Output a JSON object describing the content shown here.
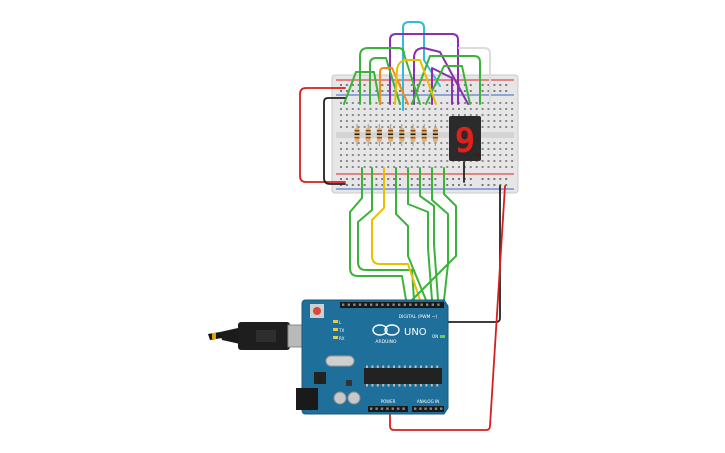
{
  "board": {
    "brand": "ARDUINO",
    "model": "UNO",
    "digital_header": "DIGITAL (PWM ~)",
    "power_header": "POWER",
    "analog_header": "ANALOG IN",
    "tx_label": "TX",
    "rx_label": "RX",
    "on_label": "ON",
    "l_label": "L"
  },
  "display": {
    "digit": "9",
    "segment_color": "#e0201a",
    "body_color": "#2b2b2b"
  },
  "breadboard": {
    "resistor_count": 8,
    "rail_red": "#d22",
    "rail_blue": "#36c"
  },
  "wires": {
    "colors": {
      "green": "#3bb33b",
      "yellow": "#e8c000",
      "orange": "#f08a1e",
      "purple": "#8a2fb0",
      "cyan": "#36b8d8",
      "red": "#d81e1e",
      "black": "#222222",
      "white": "#dddddd"
    }
  }
}
